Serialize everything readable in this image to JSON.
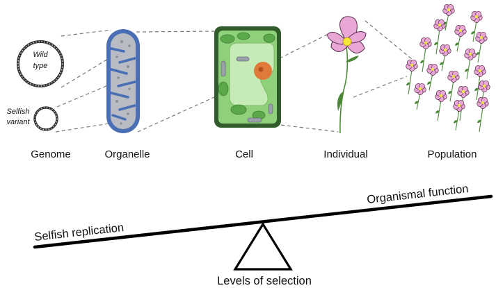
{
  "genome": {
    "wild_type_line1": "Wild",
    "wild_type_line2": "type",
    "selfish_line1": "Selfish",
    "selfish_line2": "variant"
  },
  "levels": {
    "genome": "Genome",
    "organelle": "Organelle",
    "cell": "Cell",
    "individual": "Individual",
    "population": "Population"
  },
  "balance": {
    "left_label": "Selfish replication",
    "right_label": "Organismal function",
    "fulcrum_label": "Levels of selection"
  },
  "colors": {
    "mito_outer": "#4a6fb5",
    "mito_inner": "#b9bcc4",
    "cell_wall": "#2f5c2a",
    "cytoplasm": "#8fd07a",
    "vacuole": "#c6ebb7",
    "nucleus": "#e07a3a",
    "petal": "#e8a7d4",
    "flower_center": "#f5e63a"
  }
}
